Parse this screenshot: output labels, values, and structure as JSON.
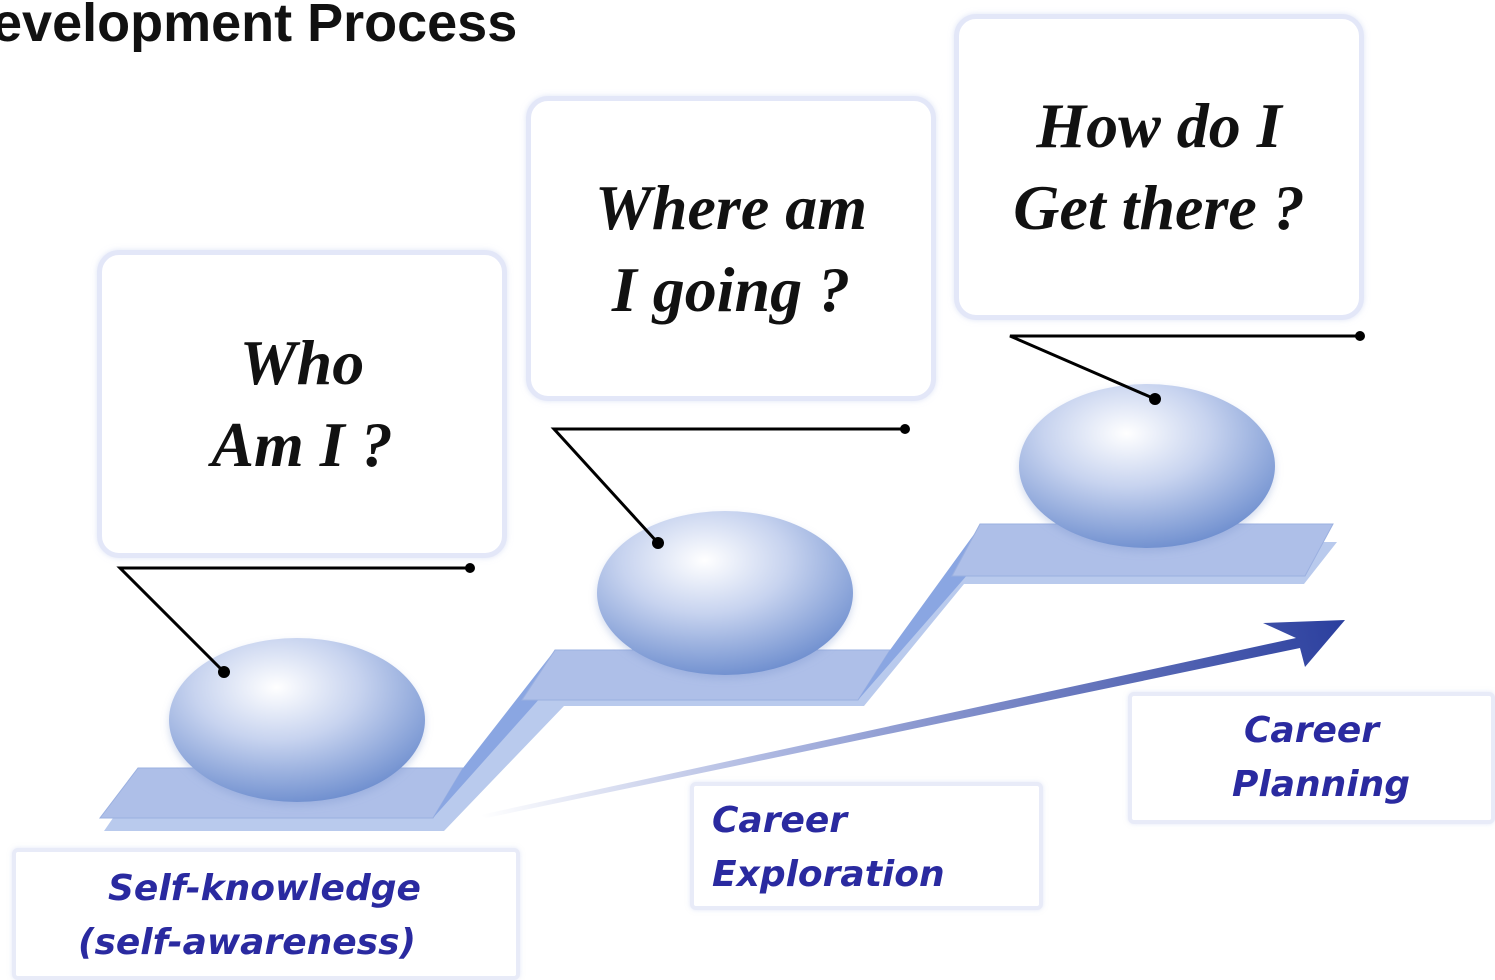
{
  "title": "evelopment Process",
  "questions": [
    {
      "lines": [
        "Who",
        "Am I ?"
      ]
    },
    {
      "lines": [
        "Where am",
        "I going ?"
      ]
    },
    {
      "lines": [
        "How do I",
        "Get there ?"
      ]
    }
  ],
  "stages": [
    {
      "lines": [
        "Self-knowledge",
        "(self-awareness)"
      ]
    },
    {
      "lines": [
        "Career",
        "Exploration"
      ]
    },
    {
      "lines": [
        "Career",
        "Planning"
      ]
    }
  ],
  "colors": {
    "step_fill": "#a9bbe6",
    "step_edge": "#6d8fd6",
    "arrow": "#2b3f9e",
    "label_text": "#2a2aa0"
  }
}
